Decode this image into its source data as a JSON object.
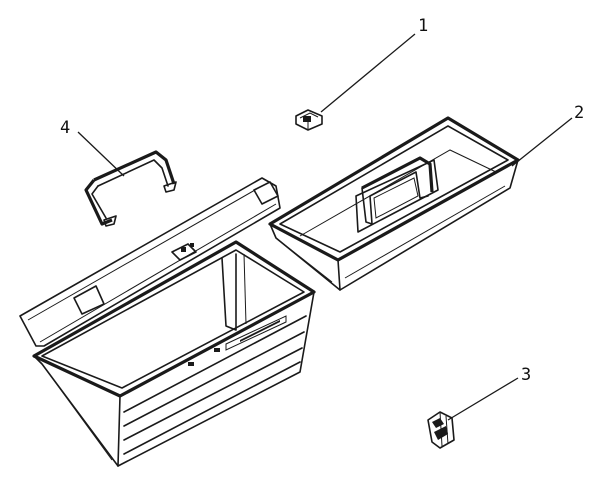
{
  "callouts": [
    {
      "id": "1",
      "label": "1"
    },
    {
      "id": "2",
      "label": "2"
    },
    {
      "id": "3",
      "label": "3"
    },
    {
      "id": "4",
      "label": "4"
    }
  ],
  "parts": [
    {
      "callout": "1",
      "icon": "latch-icon"
    },
    {
      "callout": "2",
      "icon": "tote-tray-icon"
    },
    {
      "callout": "3",
      "icon": "hinge-clip-icon"
    },
    {
      "callout": "4",
      "icon": "carry-handle-icon"
    }
  ]
}
